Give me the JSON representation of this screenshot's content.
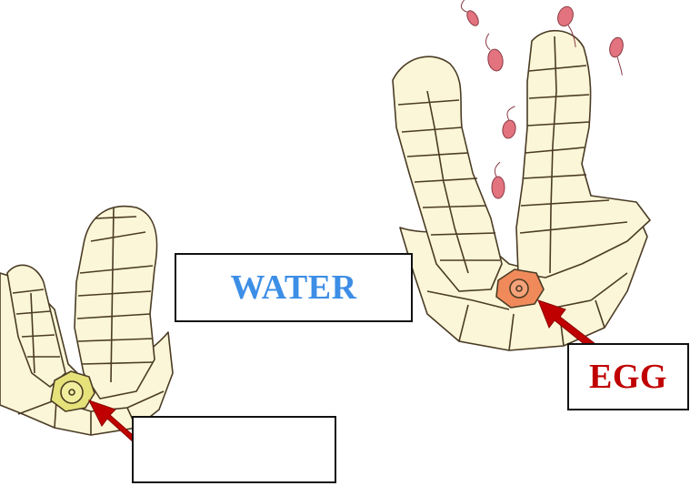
{
  "labels": {
    "water": "WATER",
    "egg": "EGG",
    "blank": ""
  },
  "colors": {
    "water_text": "#3d8ee6",
    "egg_text": "#c00000",
    "arrow": "#c00000",
    "cell_fill": "#fbf6d7",
    "cell_outline": "#4a3b25",
    "egg_cell_left": "#e6e27a",
    "egg_cell_right": "#f08a5a",
    "sperm": "#e2737f"
  },
  "icons": {
    "left_organ": "archegonium-immature",
    "right_organ": "archegonium-mature-open",
    "swimmers": "sperm-cells",
    "pointers": "red-arrow"
  }
}
